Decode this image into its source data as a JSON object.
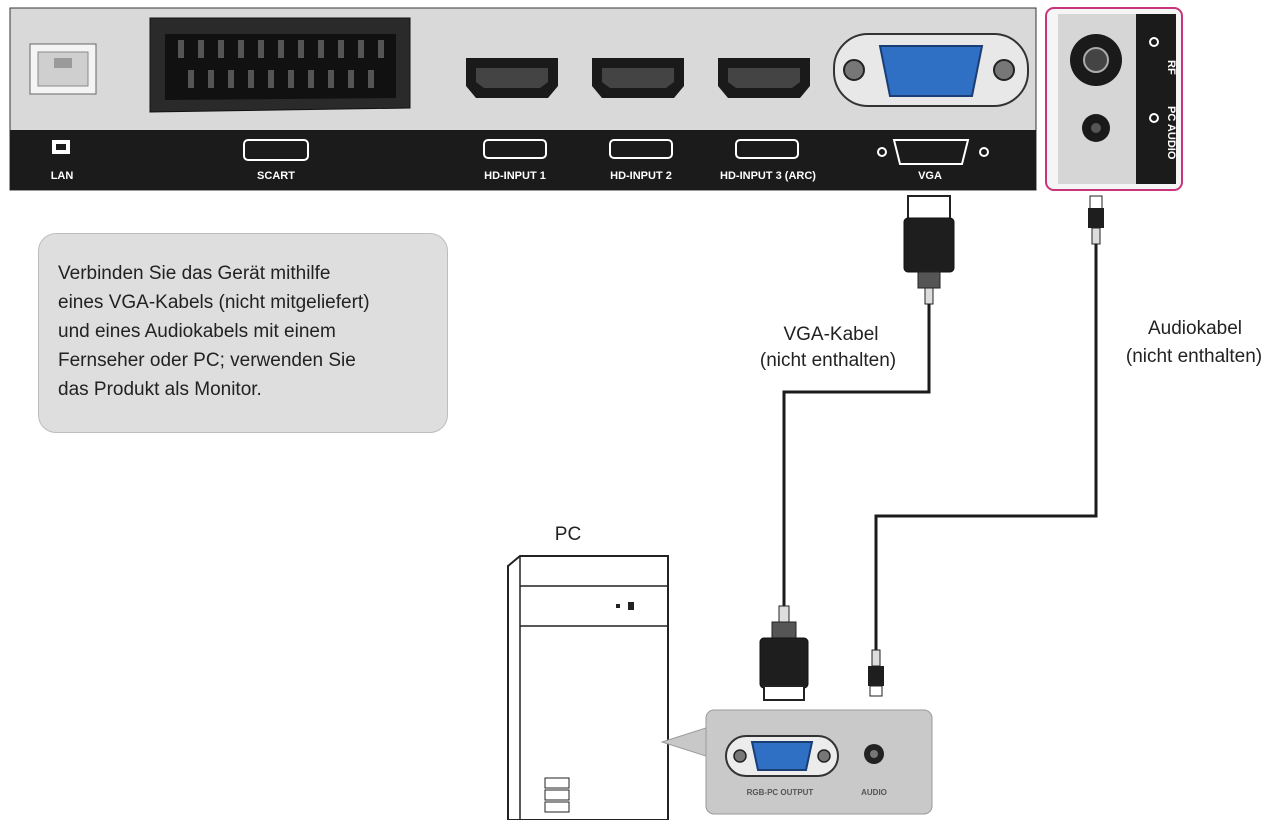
{
  "panel": {
    "ports": {
      "lan": "LAN",
      "scart": "SCART",
      "hd1": "HD-INPUT 1",
      "hd2": "HD-INPUT 2",
      "hd3": "HD-INPUT 3 (ARC)",
      "vga": "VGA"
    },
    "side_ports": {
      "rf": "RF",
      "pc_audio": "PC AUDIO"
    }
  },
  "note": {
    "lines": [
      "Verbinden Sie das Gerät mithilfe",
      "eines VGA-Kabels (nicht mitgeliefert)",
      "und eines Audiokabels mit einem",
      "Fernseher oder PC; verwenden Sie",
      "das Produkt als Monitor."
    ]
  },
  "cables": {
    "vga": {
      "line1": "VGA-Kabel",
      "line2": "(nicht enthalten)"
    },
    "audio": {
      "line1": "Audiokabel",
      "line2": "(nicht enthalten)"
    }
  },
  "pc": {
    "label": "PC",
    "ports": {
      "rgb": "RGB-PC OUTPUT",
      "audio": "AUDIO"
    }
  },
  "colors": {
    "panel_bar": "#1b1b1b",
    "vga_blue": "#2f6fc4",
    "highlight": "#c9357a",
    "note_bg": "#dedede"
  }
}
